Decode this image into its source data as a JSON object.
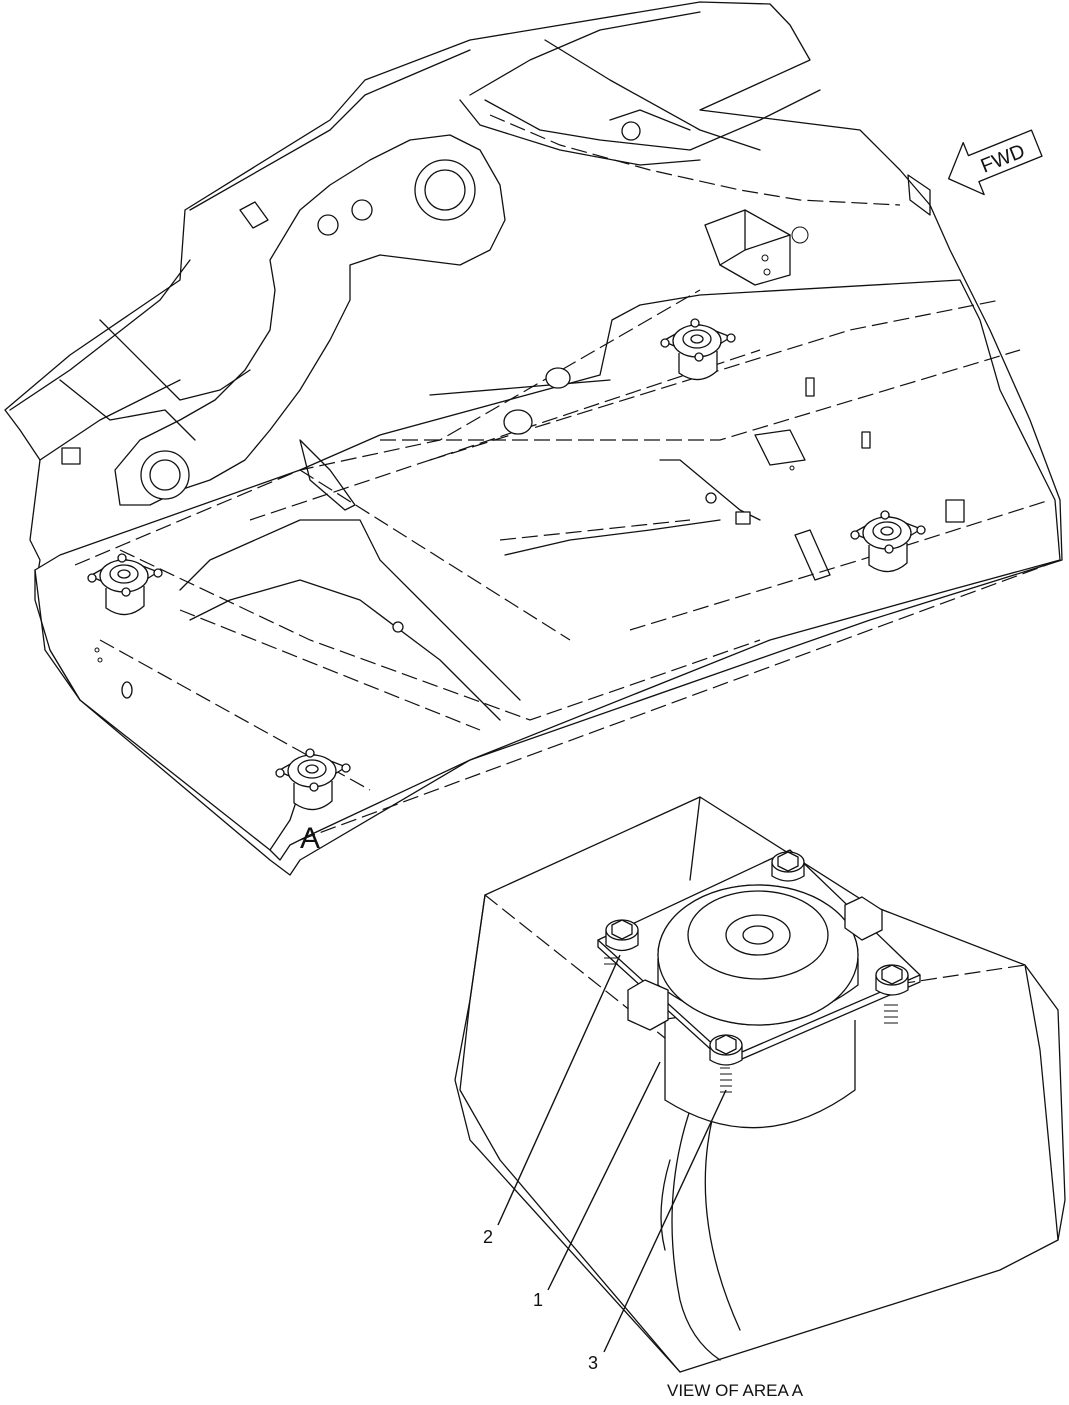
{
  "fwd_label": "FWD",
  "detail_marker": "A",
  "callouts": [
    {
      "id": "2",
      "text": "2"
    },
    {
      "id": "1",
      "text": "1"
    },
    {
      "id": "3",
      "text": "3"
    }
  ],
  "view_caption": "VIEW OF AREA A"
}
